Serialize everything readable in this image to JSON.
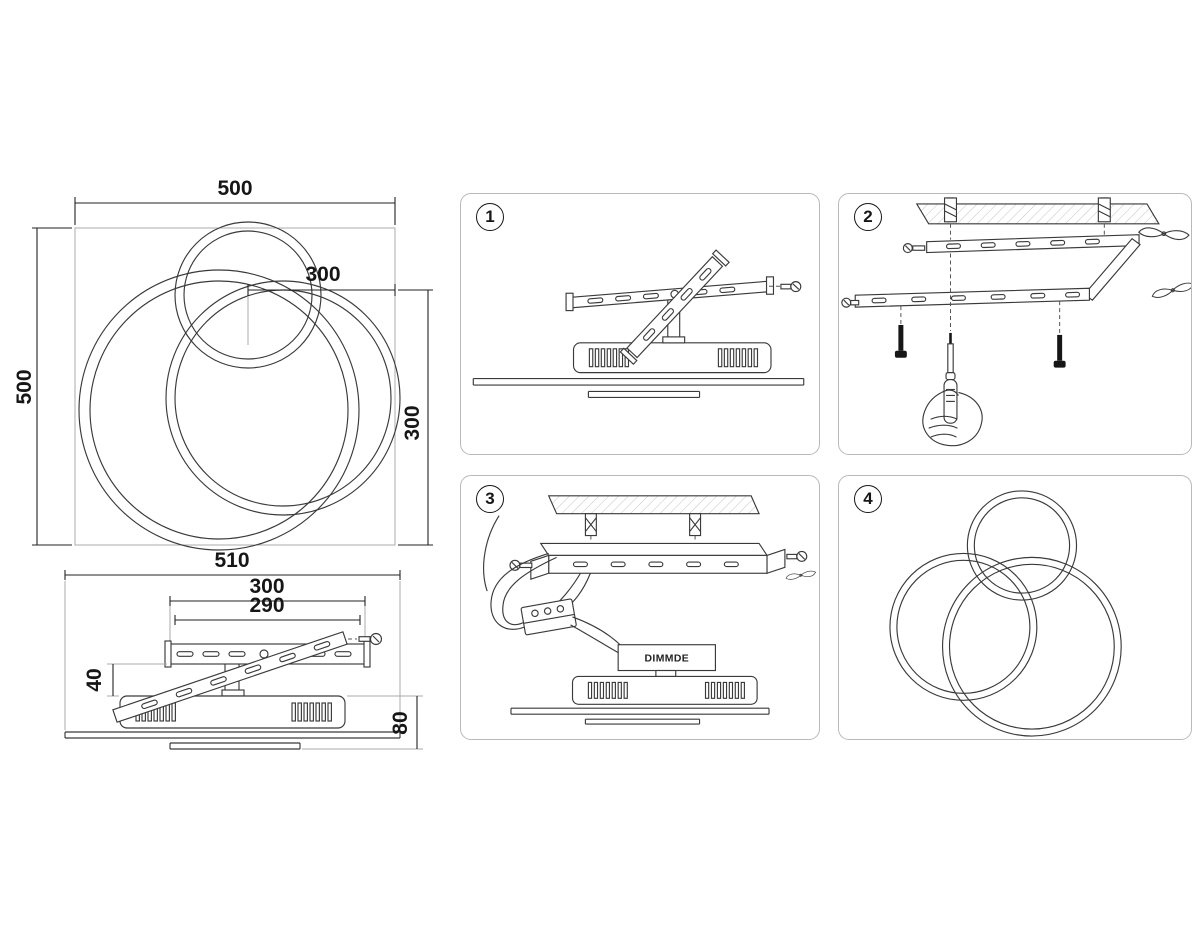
{
  "style": {
    "background": "#ffffff",
    "line_color": "#3a3a3a",
    "panel_border_color": "#b9b9b9"
  },
  "top_view": {
    "width": "500",
    "height": "500",
    "ring_offset_horizontal": "300",
    "ring_offset_vertical": "300"
  },
  "side_view": {
    "overall_width": "510",
    "bracket_width": "300",
    "base_width": "290",
    "bracket_height": "40",
    "body_height": "80"
  },
  "steps": [
    {
      "number": "1"
    },
    {
      "number": "2"
    },
    {
      "number": "3"
    },
    {
      "number": "4"
    }
  ],
  "labels": {
    "driver_box": "DIMMDE"
  }
}
